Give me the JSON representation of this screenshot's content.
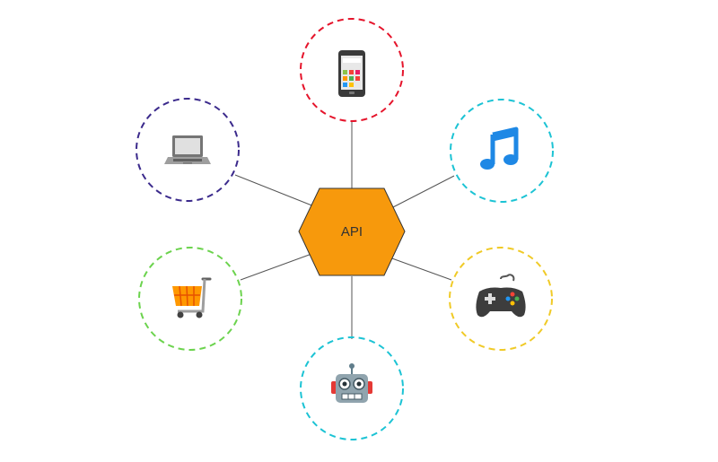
{
  "hub": {
    "label": "API",
    "fill": "#F7990C",
    "stroke": "#333333"
  },
  "connector_color": "#555555",
  "nodes": [
    {
      "id": "mobile-phone",
      "icon": "mobile-phone-icon",
      "ring_color": "#E5142B"
    },
    {
      "id": "music",
      "icon": "music-note-icon",
      "ring_color": "#1CC3D4"
    },
    {
      "id": "game-controller",
      "icon": "game-controller-icon",
      "ring_color": "#F0CA27"
    },
    {
      "id": "robot",
      "icon": "robot-icon",
      "ring_color": "#1CC3D4"
    },
    {
      "id": "shopping-cart",
      "icon": "shopping-cart-icon",
      "ring_color": "#6CD34E"
    },
    {
      "id": "laptop",
      "icon": "laptop-icon",
      "ring_color": "#3B2A8C"
    }
  ]
}
